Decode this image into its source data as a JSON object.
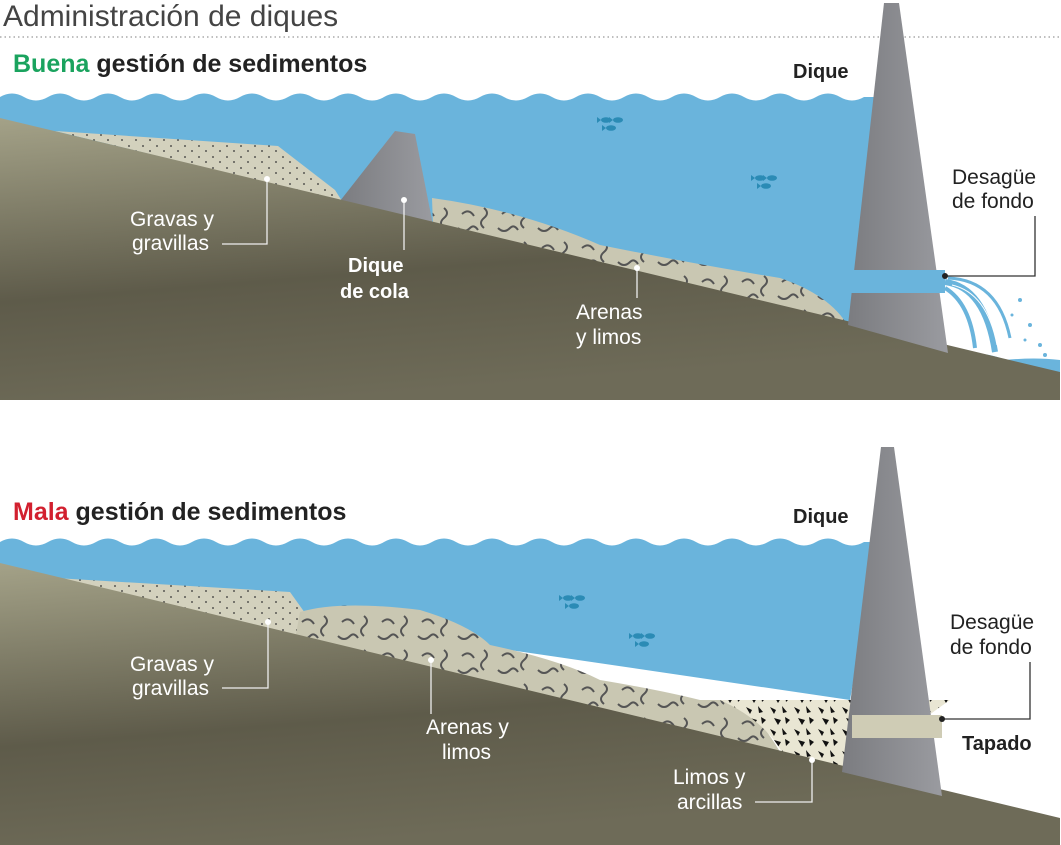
{
  "title": "Administración de diques",
  "colors": {
    "good": "#1aa35e",
    "bad": "#d2202f",
    "water": "#6ab4dc",
    "ground": "#8e8a72",
    "dam": "#8a8b8f"
  },
  "good_panel": {
    "heading_accent": "Buena",
    "heading_rest": " gestión de sedimentos",
    "dam_label": "Dique",
    "outlet_label_1": "Desagüe",
    "outlet_label_2": "de fondo",
    "gravel_label_1": "Gravas y",
    "gravel_label_2": "gravillas",
    "tail_dam_label_1": "Dique",
    "tail_dam_label_2": "de cola",
    "sand_label_1": "Arenas",
    "sand_label_2": "y limos"
  },
  "bad_panel": {
    "heading_accent": "Mala",
    "heading_rest": " gestión de sedimentos",
    "dam_label": "Dique",
    "outlet_label_1": "Desagüe",
    "outlet_label_2": "de fondo",
    "blocked_label": "Tapado",
    "gravel_label_1": "Gravas y",
    "gravel_label_2": "gravillas",
    "sand_label_1": "Arenas y",
    "sand_label_2": "limos",
    "clay_label_1": "Limos y",
    "clay_label_2": "arcillas"
  }
}
